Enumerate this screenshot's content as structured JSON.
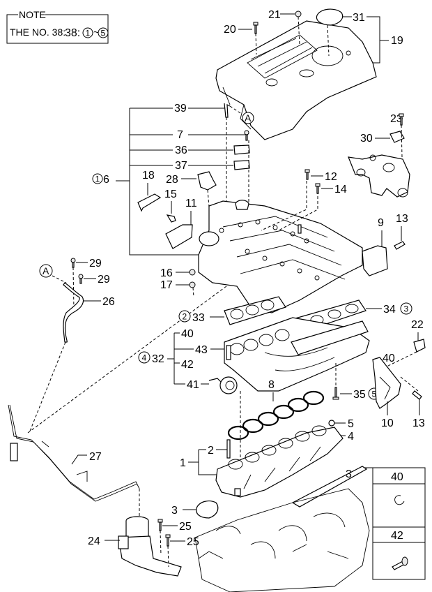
{
  "note": {
    "title": "NOTE",
    "text": "THE NO. 38:",
    "range_start": "1",
    "range_sep": "~",
    "range_end": "5"
  },
  "callouts": {
    "p19": "19",
    "p20": "20",
    "p21": "21",
    "p31": "31",
    "p39": "39",
    "p7": "7",
    "p36": "36",
    "p37": "37",
    "p6": "6",
    "p6_badge": "1",
    "p18": "18",
    "p28": "28",
    "p15": "15",
    "p11": "11",
    "p12": "12",
    "p14": "14",
    "p23": "23",
    "p30": "30",
    "p9": "9",
    "p13a": "13",
    "p13b": "13",
    "p16": "16",
    "p17": "17",
    "p29a": "29",
    "p29b": "29",
    "p26": "26",
    "p33": "33",
    "p33_badge": "2",
    "p34": "34",
    "p34_badge": "3",
    "p32": "32",
    "p32_badge": "4",
    "p40": "40",
    "p43": "43",
    "p42": "42",
    "p41": "41",
    "p22": "22",
    "p40b": "40",
    "p10": "10",
    "p35": "35",
    "p35_badge": "5",
    "p8": "8",
    "p5": "5",
    "p4": "4",
    "p1": "1",
    "p2": "2",
    "p3a": "3",
    "p3b": "3",
    "p27": "27",
    "p24": "24",
    "p25a": "25",
    "p25b": "25"
  },
  "refs": {
    "a_top": "A",
    "a_left": "A"
  },
  "legend_table": {
    "rows": [
      {
        "number": "40",
        "icon": "e-clip-icon"
      },
      {
        "number": "42",
        "icon": "bolt-washer-icon"
      }
    ]
  }
}
